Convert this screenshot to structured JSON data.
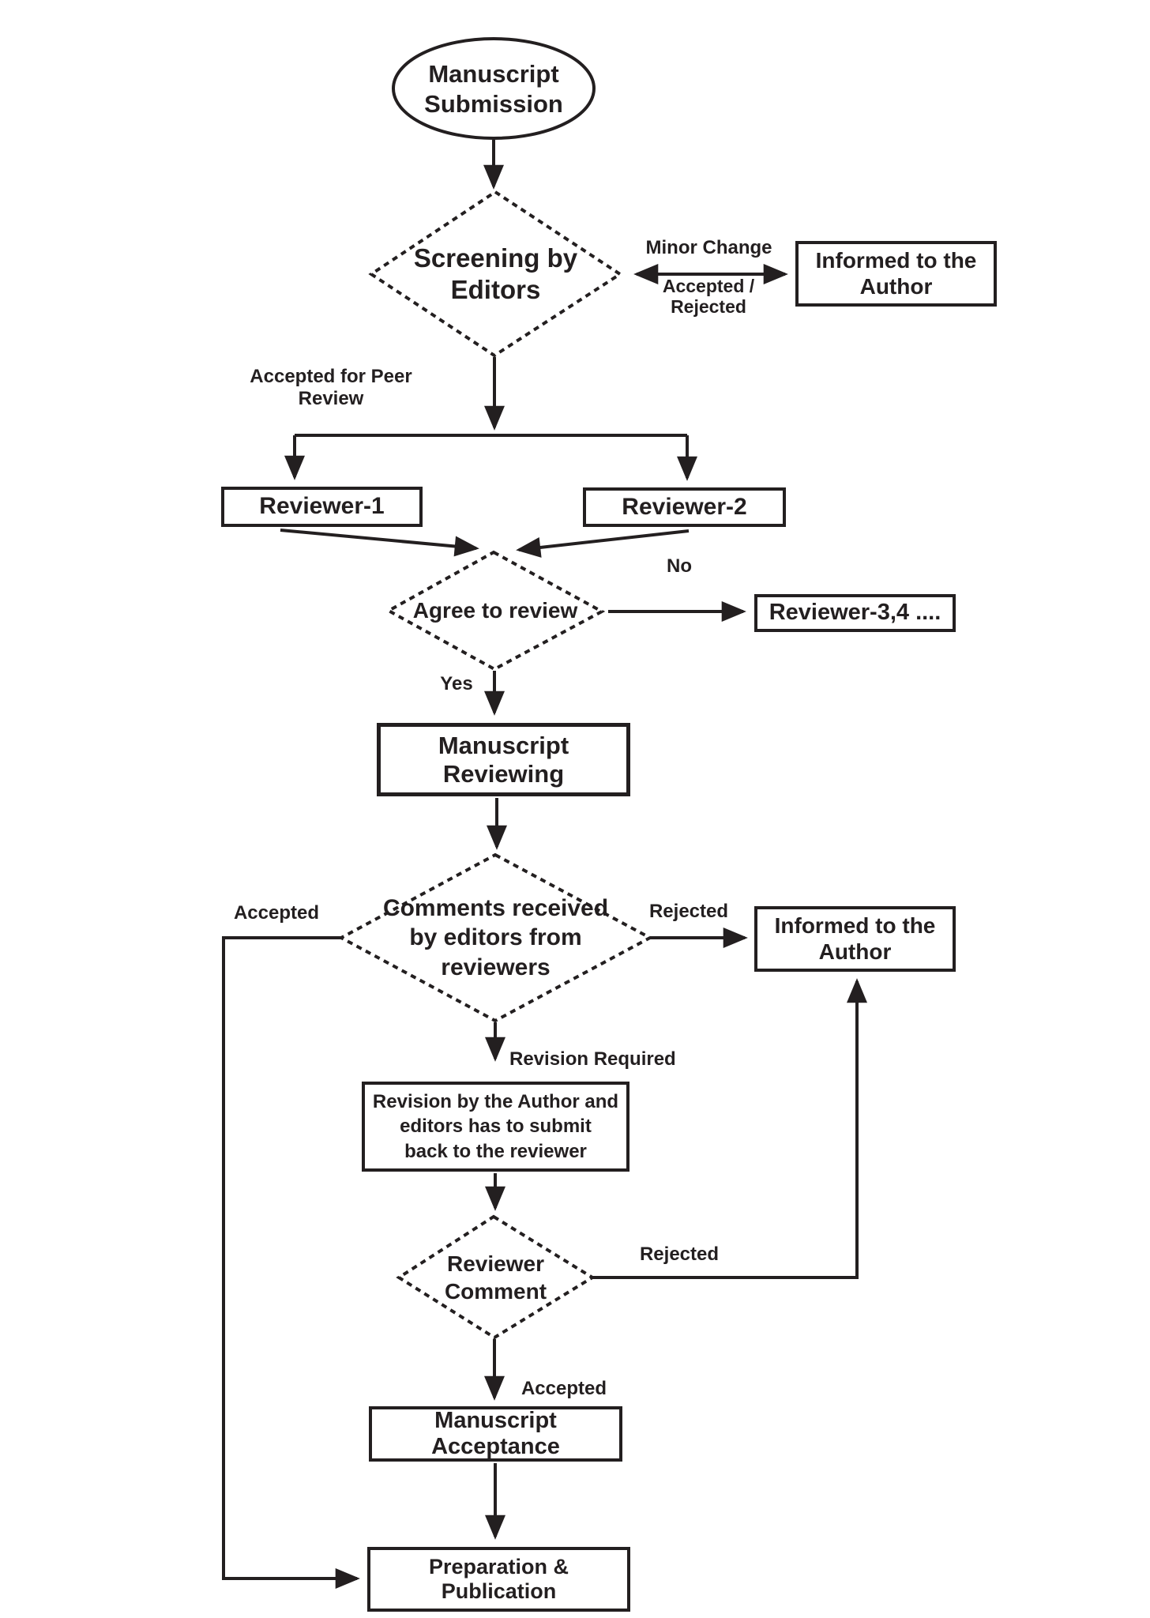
{
  "diagram": {
    "title": "Manuscript submission and peer review process flowchart",
    "colors": {
      "ink": "#231f20",
      "background": "#ffffff"
    },
    "nodes": {
      "start": "Manuscript\nSubmission",
      "screening": "Screening by\nEditors",
      "informed_author_top": "Informed to the\nAuthor",
      "reviewer_1": "Reviewer-1",
      "reviewer_2": "Reviewer-2",
      "agree_to_review": "Agree to review",
      "reviewer_3_4": "Reviewer-3,4 ....",
      "manuscript_reviewing": "Manuscript\nReviewing",
      "comments_received": "Comments received\nby editors from\nreviewers",
      "informed_author_mid": "Informed to the\nAuthor",
      "revision_by_author": "Revision by the Author and\neditors has to submit\nback to the reviewer",
      "reviewer_comment": "Reviewer\nComment",
      "manuscript_acceptance": "Manuscript\nAcceptance",
      "preparation_publication": "Preparation & Publication"
    },
    "edge_labels": {
      "minor_change": "Minor Change",
      "accepted_rejected": "Accepted / Rejected",
      "accepted_for_peer_review": "Accepted for Peer\nReview",
      "no": "No",
      "yes": "Yes",
      "accepted_to_publication": "Accepted",
      "rejected_to_author": "Rejected",
      "revision_required": "Revision Required",
      "rejected_after_revision": "Rejected",
      "accepted_after_revision": "Accepted"
    }
  }
}
